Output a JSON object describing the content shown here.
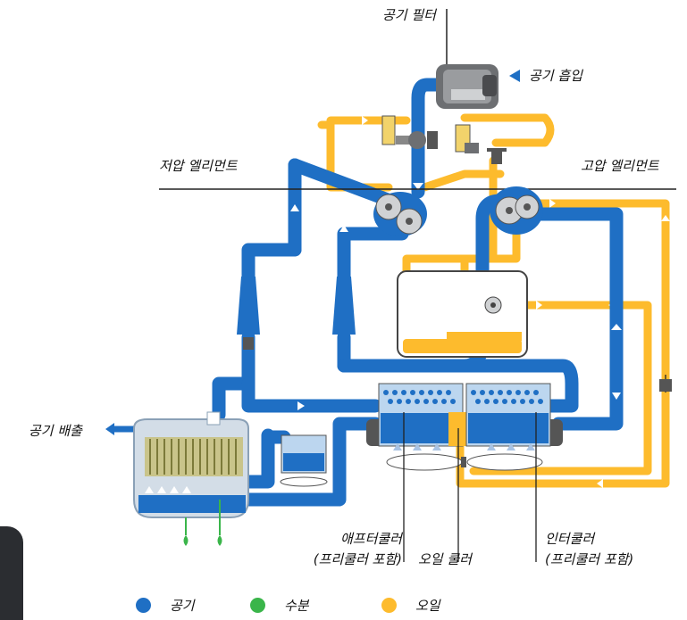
{
  "labels": {
    "air_filter": "공기 필터",
    "air_intake": "공기 흡입",
    "low_pressure": "저압 엘리먼트",
    "high_pressure": "고압 엘리먼트",
    "air_outlet": "공기 배출",
    "aftercooler_1": "애프터쿨러",
    "aftercooler_2": "(프리쿨러 포함)",
    "oil_cooler": "오일 쿨러",
    "intercooler_1": "인터쿨러",
    "intercooler_2": "(프리쿨러 포함)"
  },
  "legend": [
    {
      "label": "공기",
      "color": "#1f6fc4"
    },
    {
      "label": "수분",
      "color": "#3ab54a"
    },
    {
      "label": "오일",
      "color": "#fdbb2d"
    }
  ],
  "colors": {
    "air": "#1f6fc4",
    "oil": "#fdbb2d",
    "water": "#3ab54a"
  }
}
